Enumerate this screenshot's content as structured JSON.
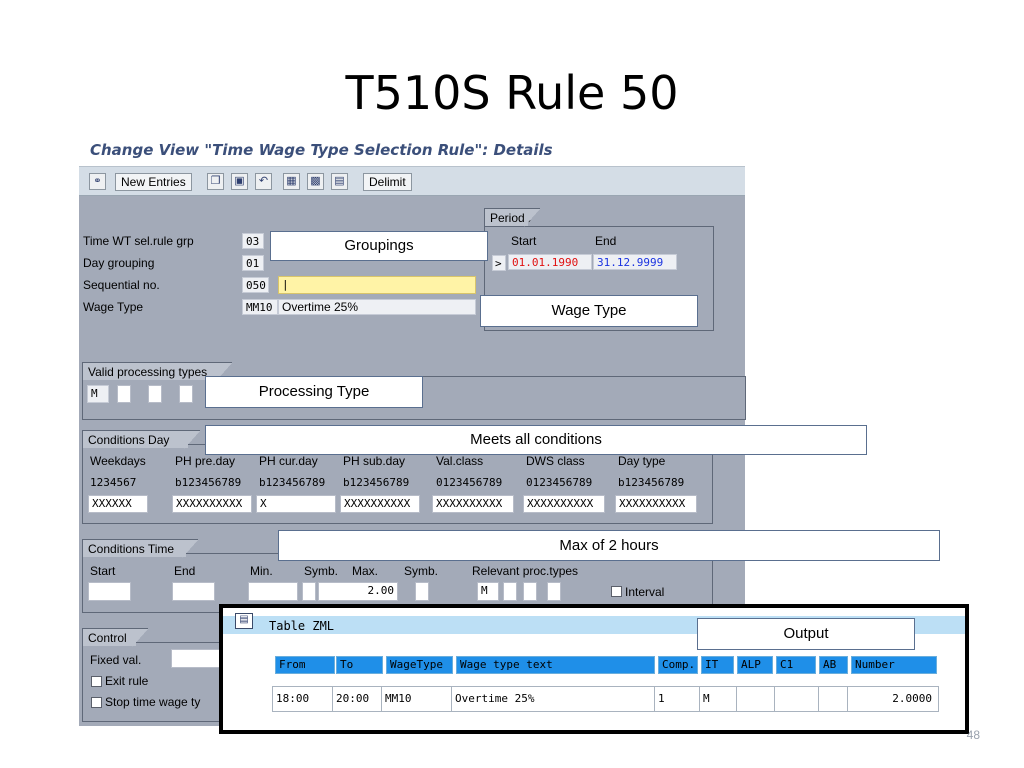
{
  "slide": {
    "title": "T510S Rule 50",
    "page_number": "48"
  },
  "sap": {
    "title": "Change View \"Time Wage Type Selection Rule\": Details",
    "toolbar": {
      "new_entries_label": "New Entries",
      "delimit_label": "Delimit",
      "icons": [
        "glasses-icon",
        "copy-icon",
        "save-icon",
        "undo-icon",
        "select-all-icon",
        "select-block-icon",
        "deselect-icon"
      ]
    },
    "header_fields": {
      "time_wt_label": "Time WT sel.rule grp",
      "time_wt_value": "03",
      "day_grouping_label": "Day grouping",
      "day_grouping_value": "01",
      "seq_label": "Sequential no.",
      "seq_value": "050",
      "seq_extra": "|",
      "wage_type_label": "Wage Type",
      "wage_type_value": "MM10",
      "wage_type_text": "Overtime 25%"
    },
    "periods": {
      "title": "Periods",
      "start_label": "Start",
      "end_label": "End",
      "arrow": ">",
      "start_value": "01.01.1990",
      "end_value": "31.12.9999",
      "start_color": "#e01010",
      "end_color": "#1b33e0"
    },
    "valid_processing": {
      "title": "Valid processing types",
      "first_value": "M"
    },
    "conditions_day": {
      "title": "Conditions Day",
      "headers": [
        "Weekdays",
        "PH pre.day",
        "PH cur.day",
        "PH sub.day",
        "Val.class",
        "DWS class",
        "Day type"
      ],
      "values": [
        "1234567",
        "b123456789",
        "b123456789",
        "b123456789",
        "0123456789",
        "0123456789",
        "b123456789"
      ],
      "inputs": [
        "XXXXXX",
        "XXXXXXXXXX",
        "X",
        "XXXXXXXXXX",
        "XXXXXXXXXX",
        "XXXXXXXXXX",
        "XXXXXXXXXX"
      ]
    },
    "conditions_time": {
      "title": "Conditions Time",
      "headers": [
        "Start",
        "End",
        "Min.",
        "Symb.",
        "Max.",
        "Symb.",
        "Relevant proc.types"
      ],
      "max_value": "2.00",
      "proc_type_value": "M",
      "interval_label": "Interval"
    },
    "control": {
      "title": "Control",
      "fixed_label": "Fixed val.",
      "exit_label": "Exit rule",
      "stop_label": "Stop time wage ty"
    }
  },
  "notes": {
    "groupings": "Groupings",
    "wage_type": "Wage Type",
    "processing_type": "Processing Type",
    "meets_all": "Meets all conditions",
    "max_hours": "Max of 2 hours",
    "output": "Output"
  },
  "table_zml": {
    "title": "Table ZML",
    "columns": [
      "From",
      "To",
      "WageType",
      "Wage type text",
      "Comp.",
      "IT",
      "ALP",
      "C1",
      "AB",
      "Number"
    ],
    "row": [
      "18:00",
      "20:00",
      "MM10",
      "Overtime 25%",
      "1",
      "M",
      "",
      "",
      "",
      "2.0000"
    ]
  }
}
